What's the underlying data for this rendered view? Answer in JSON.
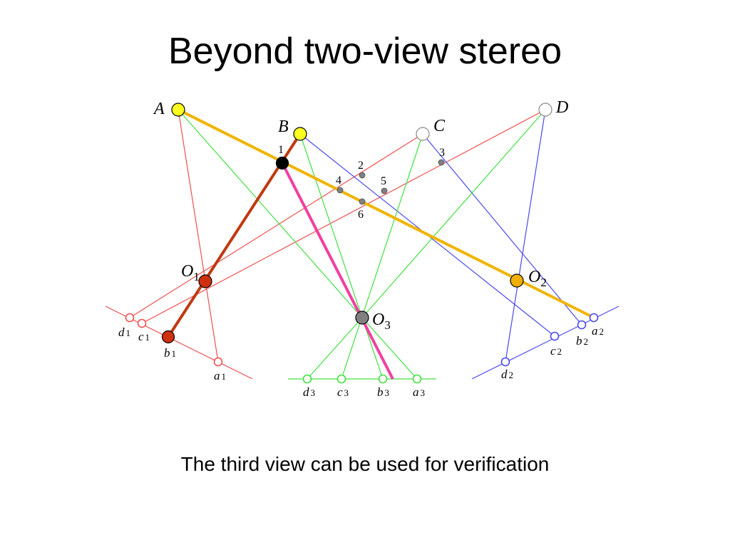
{
  "slide": {
    "title": "Beyond two-view stereo",
    "caption": "The third view can be used for verification"
  },
  "colors": {
    "view1": "#f05050",
    "view2": "#4a4af0",
    "view3": "#40e040",
    "line_AO2": "#f0b400",
    "line_B_b1": "#c03a10",
    "line_pink": "#f040a0",
    "point_A": "#ffff20",
    "point_B": "#ffff20",
    "point_O1": "#d03010",
    "point_O2": "#f0b000",
    "point_O3": "#808080",
    "point_1": "#000000",
    "point_small": "#808080"
  },
  "labels": {
    "A": "A",
    "B": "B",
    "C": "C",
    "D": "D",
    "O1_base": "O",
    "O1_sub": "1",
    "O2_base": "O",
    "O2_sub": "2",
    "O3_base": "O",
    "O3_sub": "3",
    "n1": "1",
    "n2": "2",
    "n3": "3",
    "n4": "4",
    "n5": "5",
    "n6": "6",
    "d1_base": "d",
    "d1_sub": "1",
    "c1_base": "c",
    "c1_sub": "1",
    "b1_base": "b",
    "b1_sub": "1",
    "a1_base": "a",
    "a1_sub": "1",
    "a2_base": "a",
    "a2_sub": "2",
    "b2_base": "b",
    "b2_sub": "2",
    "c2_base": "c",
    "c2_sub": "2",
    "d2_base": "d",
    "d2_sub": "2",
    "d3_base": "d",
    "d3_sub": "3",
    "c3_base": "c",
    "c3_sub": "3",
    "b3_base": "b",
    "b3_sub": "3",
    "a3_base": "a",
    "a3_sub": "3"
  }
}
